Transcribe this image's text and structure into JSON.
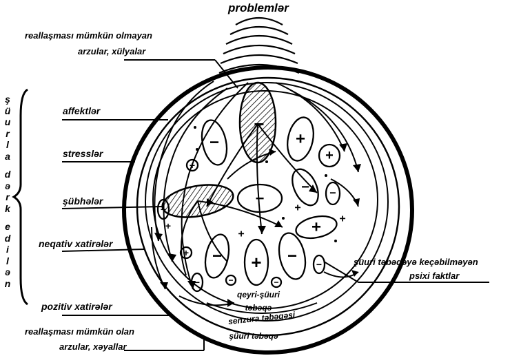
{
  "title": "problemlər",
  "left_labels": {
    "unrealizable_desires": [
      "reallaşması mümkün olmayan",
      "arzular, xülyalar"
    ],
    "affects": "affektlər",
    "stresses": "stresslər",
    "doubts": "şübhələr",
    "negative_memories": "neqativ xatirələr",
    "positive_memories": "pozitiv xatirələr",
    "realizable_desires": [
      "reallaşması mümkün olan",
      "arzular, xəyallar"
    ]
  },
  "right_label": [
    "şüuri təbəqəyə keçəbilməyən",
    "psixi faktlar"
  ],
  "bracket_letters": [
    "ş",
    "ü",
    "u",
    "r",
    "l",
    "a",
    "",
    "d",
    "ə",
    "r",
    "k",
    "",
    "e",
    "d",
    "i",
    "l",
    "ə",
    "n"
  ],
  "inner_labels": {
    "unconscious_layer": [
      "qeyri-şüuri",
      "təbəqə"
    ],
    "censorship_layer": "senzura  təbəqəsi",
    "conscious_layer": "şüuri təbəqə"
  },
  "symbols": {
    "plus": "+",
    "minus": "−"
  }
}
